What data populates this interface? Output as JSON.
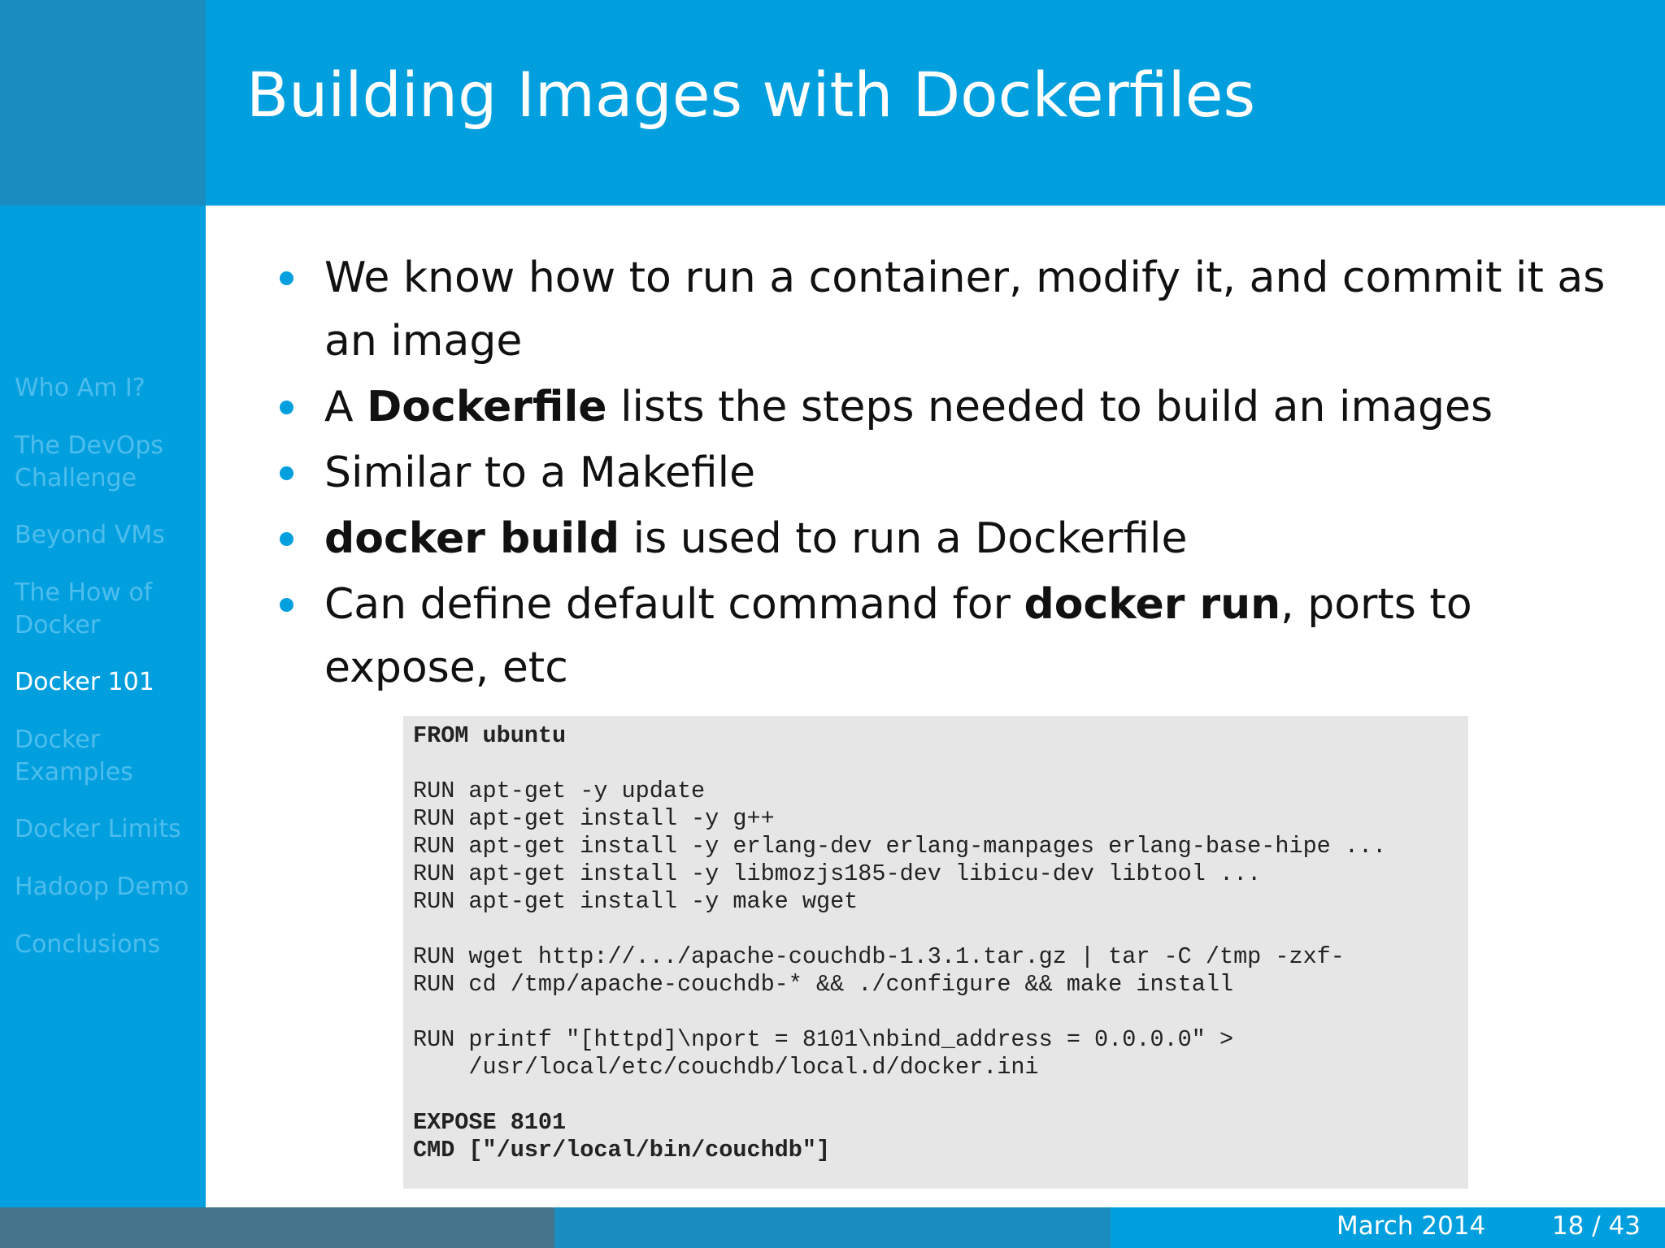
{
  "slide": {
    "title": "Building Images with Dockerfiles"
  },
  "sidebar": {
    "items": [
      {
        "label": "Who Am I?"
      },
      {
        "label": "The DevOps Challenge"
      },
      {
        "label": "Beyond VMs"
      },
      {
        "label": "The How of Docker"
      },
      {
        "label": "Docker 101",
        "active": true
      },
      {
        "label": "Docker Examples"
      },
      {
        "label": "Docker Limits"
      },
      {
        "label": "Hadoop Demo"
      },
      {
        "label": "Conclusions"
      }
    ]
  },
  "bullets": [
    {
      "parts": [
        {
          "text": "We know how to run a container, modify it, and commit it as an image"
        }
      ]
    },
    {
      "parts": [
        {
          "text": "A "
        },
        {
          "text": "Dockerfile",
          "bold": true
        },
        {
          "text": " lists the steps needed to build an images"
        }
      ]
    },
    {
      "parts": [
        {
          "text": "Similar to a Makefile"
        }
      ]
    },
    {
      "parts": [
        {
          "text": "docker build",
          "bold": true
        },
        {
          "text": " is used to run a Dockerfile"
        }
      ]
    },
    {
      "parts": [
        {
          "text": "Can define default command for "
        },
        {
          "text": "docker run",
          "bold": true
        },
        {
          "text": ", ports to expose, etc"
        }
      ]
    }
  ],
  "code": {
    "lines": [
      {
        "text": "FROM ubuntu",
        "bold": true
      },
      {
        "text": ""
      },
      {
        "text": "RUN apt-get -y update"
      },
      {
        "text": "RUN apt-get install -y g++"
      },
      {
        "text": "RUN apt-get install -y erlang-dev erlang-manpages erlang-base-hipe ..."
      },
      {
        "text": "RUN apt-get install -y libmozjs185-dev libicu-dev libtool ..."
      },
      {
        "text": "RUN apt-get install -y make wget"
      },
      {
        "text": ""
      },
      {
        "text": "RUN wget http://.../apache-couchdb-1.3.1.tar.gz | tar -C /tmp -zxf-"
      },
      {
        "text": "RUN cd /tmp/apache-couchdb-* && ./configure && make install"
      },
      {
        "text": ""
      },
      {
        "text": "RUN printf \"[httpd]\\nport = 8101\\nbind_address = 0.0.0.0\" >"
      },
      {
        "text": "    /usr/local/etc/couchdb/local.d/docker.ini"
      },
      {
        "text": ""
      },
      {
        "text": "EXPOSE 8101",
        "bold": true
      },
      {
        "text": "CMD [\"/usr/local/bin/couchdb\"]",
        "bold": true
      }
    ]
  },
  "footer": {
    "date": "March 2014",
    "page": "18 / 43"
  },
  "colors": {
    "header_blue": "#029fdf",
    "corner_blue": "#1b8cbf",
    "footer_dark": "#44758c",
    "sidebar_inactive_text": "#4dbdec"
  }
}
